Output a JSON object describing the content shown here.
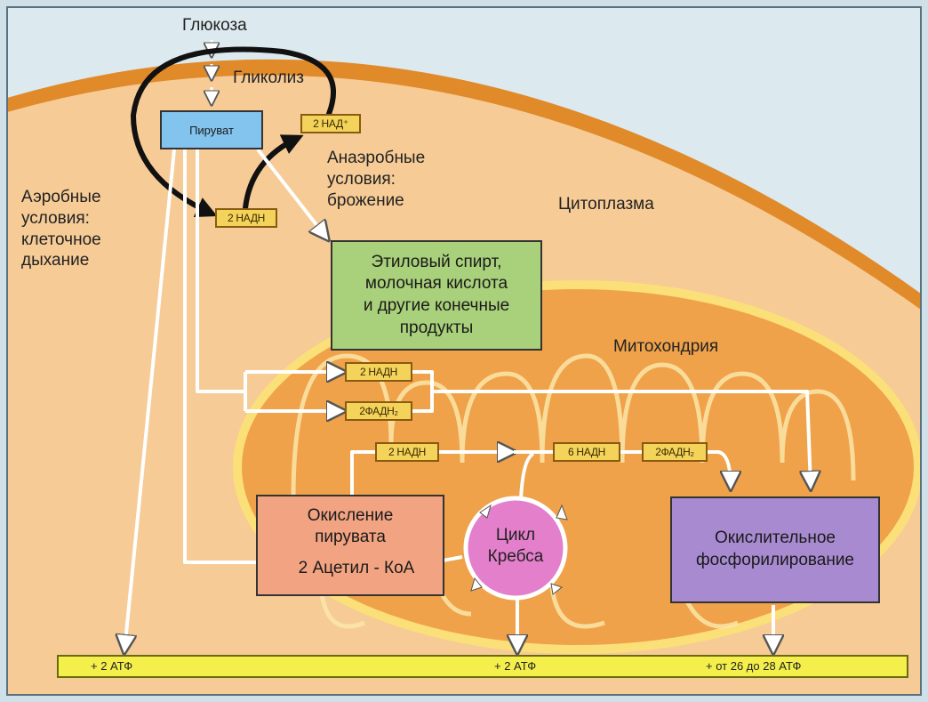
{
  "labels": {
    "glucose": "Глюкоза",
    "glycolysis": "Гликолиз",
    "anaerobic": "Анаэробные\nусловия:\nброжение",
    "aerobic": "Аэробные\nусловия:\nклеточное\nдыхание",
    "cytoplasm": "Цитоплазма",
    "mitochondrion": "Митохондрия"
  },
  "boxes": {
    "pyruvate": "Пируват",
    "fermentation_products": "Этиловый спирт,\nмолочная кислота\nи другие конечные\nпродукты",
    "pyruvate_oxidation_title": "Окисление\nпирувата",
    "acetyl_coa": "2 Ацетил - КоА",
    "krebs": "Цикл\nКребса",
    "oxidative_phosphorylation": "Окислительное\nфосфорилирование"
  },
  "tags": {
    "nad_plus": "2 НАД⁺",
    "nadh_glycolysis": "2 НАДН",
    "nadh_mito": "2 НАДН",
    "fadh_mito": "2ФАДН₂",
    "nadh_oxidation": "2 НАДН",
    "nadh_krebs": "6 НАДН",
    "fadh_krebs": "2ФАДН₂"
  },
  "atp": {
    "glycolysis": "+ 2 АТФ",
    "krebs": "+ 2 АТФ",
    "oxphos": "+ от 26 до 28 АТФ"
  },
  "colors": {
    "cytoplasm": "#f6cb96",
    "cell_membrane": "#e08a2a",
    "mitochondrion": "#efa24a",
    "pyruvate_box": "#82c4ee",
    "fermentation_box": "#a9d07a",
    "oxidation_box": "#f2a482",
    "krebs_circle": "#e47fcc",
    "oxphos_box": "#a88ad0",
    "tag": "#f4d35a",
    "atp_bar": "#f5ef4c"
  }
}
